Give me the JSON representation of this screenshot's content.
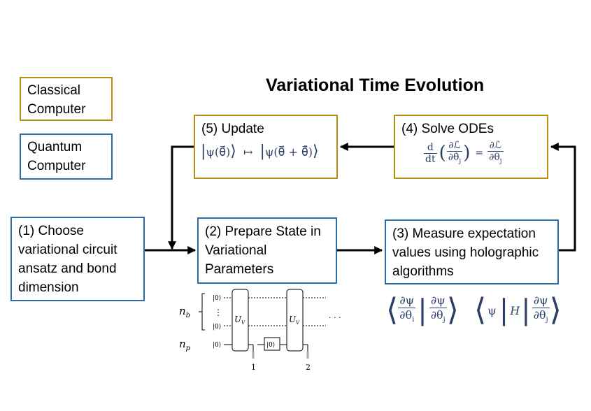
{
  "title": "Variational Time Evolution",
  "legend": {
    "classical": [
      "Classical",
      "Computer"
    ],
    "quantum": [
      "Quantum",
      "Computer"
    ]
  },
  "steps": {
    "s1": [
      "(1) Choose",
      "variational circuit",
      "ansatz and bond",
      "dimension"
    ],
    "s2": [
      "(2) Prepare State in",
      "Variational",
      "Parameters"
    ],
    "s3": [
      "(3) Measure expectation",
      "values using holographic",
      "algorithms"
    ],
    "s4": "(4) Solve ODEs",
    "s5": "(5) Update"
  },
  "equations": {
    "ode": "d/dt (∂ℒ/∂θ̇ⱼ) = ∂ℒ/∂θⱼ",
    "update": "|ψ(θ⃗)⟩ ↦ |ψ(θ⃗ + θ⃗̇)⟩",
    "metric": "⟨∂ψ/∂θᵢ | ∂ψ/∂θⱼ⟩",
    "energy_grad": "⟨ψ | H | ∂ψ/∂θⱼ⟩"
  },
  "circuit": {
    "n_b": "n",
    "n_b_sub": "b",
    "n_p": "n",
    "n_p_sub": "p",
    "ket0": "|0⟩",
    "gate": "U",
    "gate_sub": "V",
    "measure_labels": [
      "1",
      "2"
    ],
    "ellipsis": "· · ·"
  },
  "colors": {
    "classical": "#B8900F",
    "quantum": "#2E6DA4",
    "arrow": "#000000"
  }
}
